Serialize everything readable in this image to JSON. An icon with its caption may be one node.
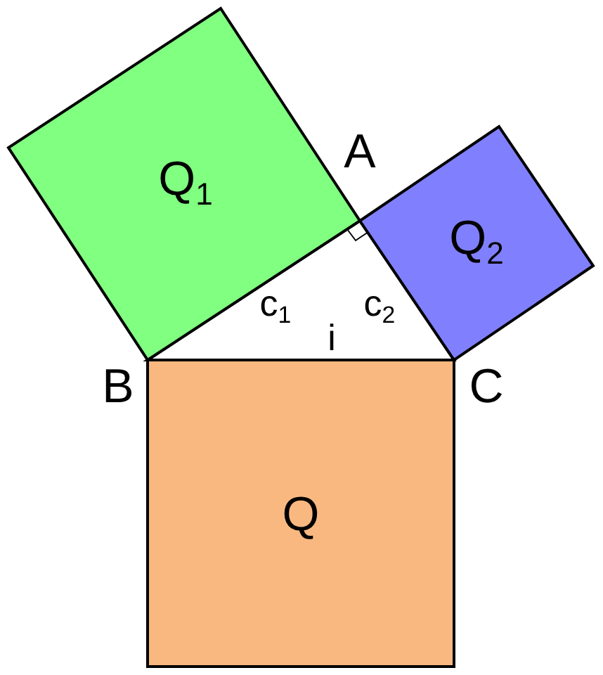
{
  "diagram": {
    "nodes": [
      {
        "text": [
          "Q$_{1}$"
        ]
      },
      {
        "text": [
          "Q$_{2}$"
        ]
      },
      {
        "text": [
          "Q"
        ]
      }
    ],
    "labels": [
      "A",
      "B",
      "C",
      "c$_{1}$",
      "c$_{2}$",
      "i"
    ]
  }
}
